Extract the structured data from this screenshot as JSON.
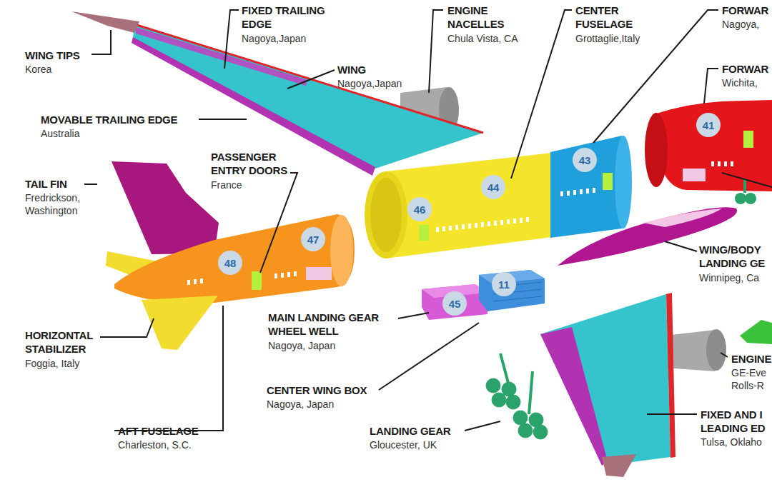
{
  "diagram": {
    "nodes": [
      {
        "text": [
          "41"
        ]
      },
      {
        "text": [
          "43"
        ]
      },
      {
        "text": [
          "44"
        ]
      },
      {
        "text": [
          "46"
        ]
      },
      {
        "text": [
          "47"
        ]
      },
      {
        "text": [
          "48"
        ]
      },
      {
        "text": [
          "11"
        ]
      },
      {
        "text": [
          "45"
        ]
      }
    ],
    "labels": [
      "FIXED TRAILING EDGE",
      "Nagoya,Japan",
      "ENGINE NACELLES",
      "Chula Vista, CA",
      "CENTER FUSELAGE",
      "Grottaglie,Italy",
      "FORWAR",
      "Nagoya,",
      "WING TIPS",
      "Korea",
      "WING",
      "Nagoya,Japan",
      "FORWAR",
      "Wichita,",
      "MOVABLE TRAILING EDGE",
      "Australia",
      "TAIL FIN",
      "Fredrickson, Washington",
      "PASSENGER ENTRY DOORS",
      "France",
      "WING/BODY LANDING GE",
      "Winnipeg, Ca",
      "HORIZONTAL STABILIZER",
      "Foggia, Italy",
      "MAIN LANDING GEAR WHEEL WELL",
      "Nagoya, Japan",
      "ENGINE",
      "GE-Eve",
      "Rolls-R",
      "CENTER WING BOX",
      "Nagoya, Japan",
      "FIXED AND I",
      "LEADING ED",
      "Tulsa, Oklaho",
      "AFT FUSELAGE",
      "Charleston, S.C.",
      "LANDING GEAR",
      "Gloucester, UK"
    ]
  }
}
